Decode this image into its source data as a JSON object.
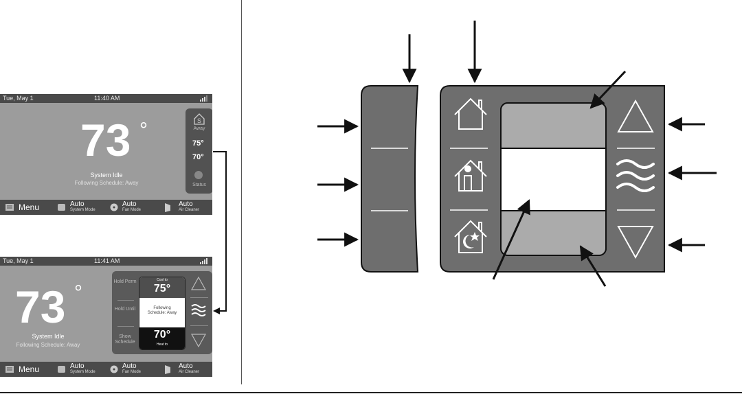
{
  "screen1": {
    "date": "Tue, May 1",
    "time": "11:40 AM",
    "temperature": "73",
    "degree_symbol": "°",
    "status": "System Idle",
    "schedule": "Following Schedule: Away",
    "side_label_away": "Away",
    "setpoint_cool": "75°",
    "setpoint_heat": "70°",
    "side_label_status": "Status",
    "menu": "Menu",
    "system_mode_value": "Auto",
    "system_mode_label": "System Mode",
    "fan_mode_value": "Auto",
    "fan_mode_label": "Fan Mode",
    "air_cleaner_value": "Auto",
    "air_cleaner_label": "Air Cleaner"
  },
  "screen2": {
    "date": "Tue, May 1",
    "time": "11:41 AM",
    "temperature": "73",
    "degree_symbol": "°",
    "status": "System Idle",
    "schedule": "Following Schedule: Away",
    "hold_perm": "Hold Perm",
    "hold_until": "Hold Until",
    "show_schedule": "Show Schedule",
    "cool_to": "Cool to",
    "cool_value": "75°",
    "following_schedule": "Following Schedule: Away",
    "heat_value": "70°",
    "heat_to": "Heat to",
    "menu": "Menu",
    "system_mode_value": "Auto",
    "system_mode_label": "System Mode",
    "fan_mode_value": "Auto",
    "fan_mode_label": "Fan Mode",
    "air_cleaner_value": "Auto",
    "air_cleaner_label": "Air Cleaner"
  },
  "icons": [
    "schedule-house-icon",
    "signal-icon",
    "menu-icon",
    "system-mode-icon",
    "fan-icon",
    "air-cleaner-icon",
    "home-icon",
    "occupied-home-icon",
    "sleep-home-icon",
    "up-arrow-icon",
    "fan-waves-icon",
    "down-arrow-icon"
  ],
  "colors": {
    "screen_bg": "#9c9c9c",
    "bar_dark": "#4a4a4a",
    "panel_dark": "#6e6e6e",
    "panel_light": "#ababab",
    "panel_white": "#ffffff"
  }
}
